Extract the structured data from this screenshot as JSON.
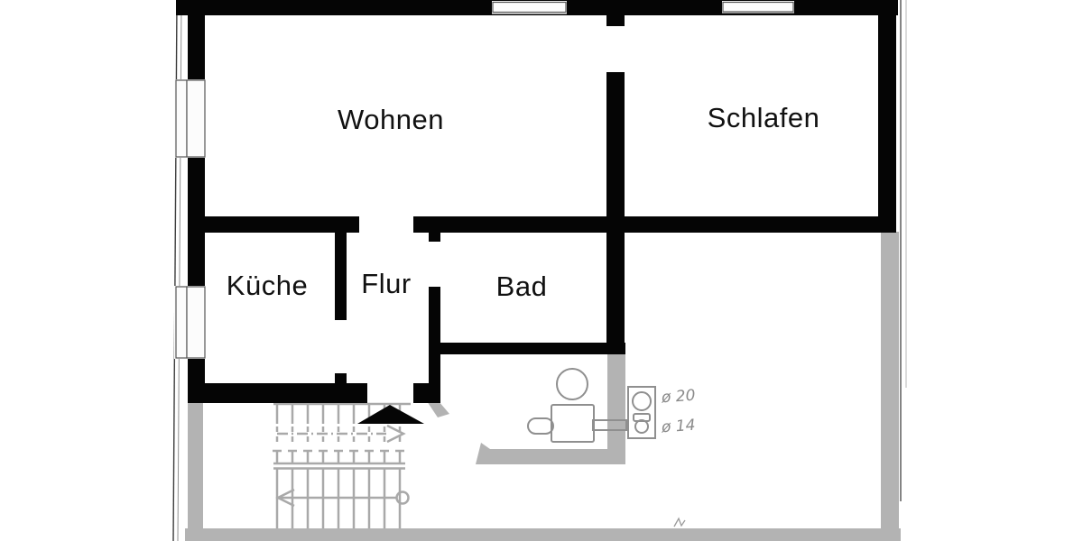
{
  "plan": {
    "rooms": [
      {
        "id": "wohnen",
        "label": "Wohnen"
      },
      {
        "id": "schlafen",
        "label": "Schlafen"
      },
      {
        "id": "kueche",
        "label": "Küche"
      },
      {
        "id": "flur",
        "label": "Flur"
      },
      {
        "id": "bad",
        "label": "Bad"
      }
    ],
    "annotations": [
      {
        "id": "pipe-diameter-20",
        "label": "ø 20"
      },
      {
        "id": "pipe-diameter-14",
        "label": "ø 14"
      }
    ],
    "colors": {
      "wall": "#050505",
      "context_gray": "#b3b3b3",
      "stairs_gray": "#a9a9a9",
      "fixture_gray": "#8f8f8f",
      "window_frame": "#555555",
      "room_label": "#111111",
      "annotation": "#8a8a8a",
      "background": "#ffffff"
    }
  }
}
